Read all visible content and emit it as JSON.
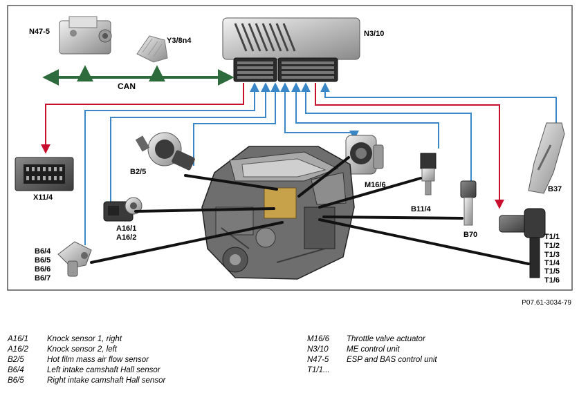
{
  "diagram": {
    "components": {
      "n47_5": "N47-5",
      "y3_8n4": "Y3/8n4",
      "n3_10": "N3/10",
      "x11_4": "X11/4",
      "b2_5": "B2/5",
      "m16_6": "M16/6",
      "b11_4": "B11/4",
      "b37": "B37",
      "a16_1": "A16/1",
      "a16_2": "A16/2",
      "b70": "B70",
      "b6_4": "B6/4",
      "b6_5": "B6/5",
      "b6_6": "B6/6",
      "b6_7": "B6/7",
      "t1_1": "T1/1",
      "t1_2": "T1/2",
      "t1_3": "T1/3",
      "t1_4": "T1/4",
      "t1_5": "T1/5",
      "t1_6": "T1/6"
    },
    "bus_label": "CAN",
    "figure_ref": "P07.61-3034-79",
    "colors": {
      "can_bus": "#2e6b3c",
      "output_line": "#c8102e",
      "input_line": "#3a87c8",
      "frame": "#555555"
    }
  },
  "legend": {
    "left": [
      {
        "code": "A16/1",
        "desc": "Knock sensor 1, right"
      },
      {
        "code": "A16/2",
        "desc": "Knock sensor 2, left"
      },
      {
        "code": "B2/5",
        "desc": "Hot film mass air flow sensor"
      },
      {
        "code": "B6/4",
        "desc": "Left intake camshaft Hall sensor"
      },
      {
        "code": "B6/5",
        "desc": "Right intake camshaft Hall sensor"
      }
    ],
    "right": [
      {
        "code": "M16/6",
        "desc": "Throttle valve actuator"
      },
      {
        "code": "N3/10",
        "desc": "ME control unit"
      },
      {
        "code": "N47-5",
        "desc": "ESP and BAS control unit"
      },
      {
        "code": "T1/1...",
        "desc": ""
      }
    ]
  }
}
